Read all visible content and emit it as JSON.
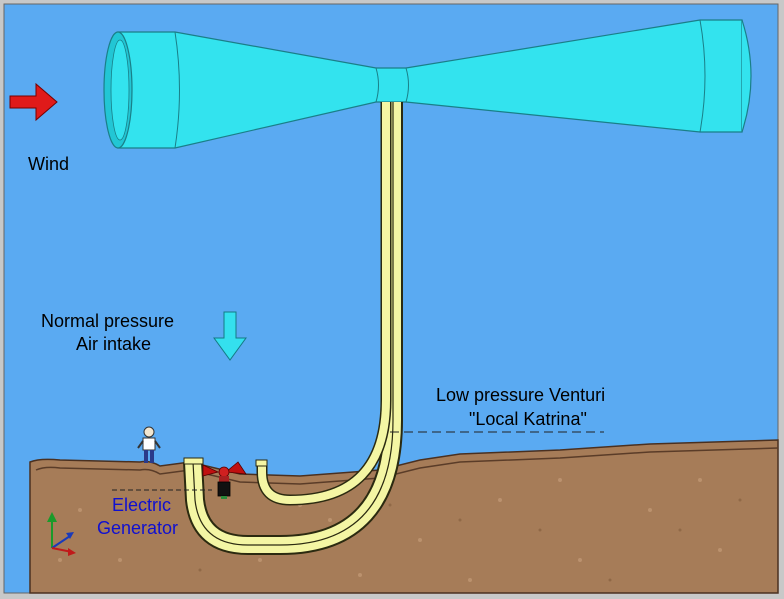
{
  "colors": {
    "sky": "#5aaaf2",
    "tube": "#33e3ee",
    "pipe": "#f4f6a4",
    "ground": "#a67c58",
    "arrow_red": "#e01a1a",
    "arrow_cyan": "#34e0ee",
    "generator_text": "#1010d0"
  },
  "labels": {
    "wind": "Wind",
    "intake_line1": "Normal pressure",
    "intake_line2": "Air intake",
    "venturi_line1": "Low pressure Venturi",
    "venturi_line2": "\"Local Katrina\"",
    "generator_line1": "Electric",
    "generator_line2": "Generator"
  },
  "icons": [
    "wind-arrow-icon",
    "intake-arrow-icon",
    "person-icon",
    "turbine-icon",
    "axes-icon"
  ]
}
